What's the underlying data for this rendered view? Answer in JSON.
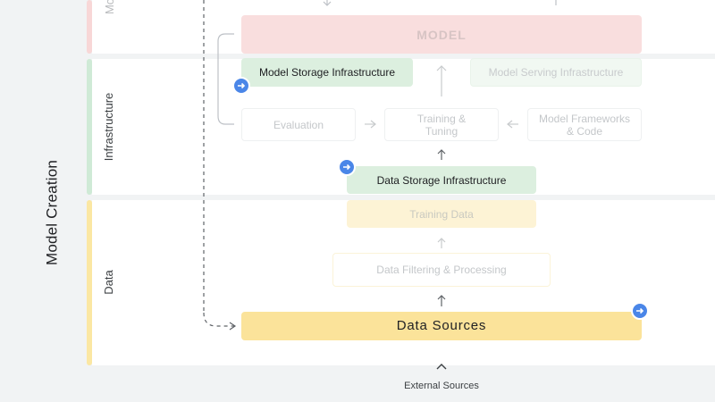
{
  "side_label": "Model Creation",
  "sections": {
    "top_partial": "Mo",
    "infrastructure": "Infrastructure",
    "data": "Data"
  },
  "boxes": {
    "model": "MODEL",
    "model_storage": "Model Storage Infrastructure",
    "model_serving": "Model Serving Infrastructure",
    "evaluation": "Evaluation",
    "training_tuning": "Training & Tuning",
    "model_frameworks": "Model Frameworks & Code",
    "data_storage": "Data Storage Infrastructure",
    "training_data": "Training Data",
    "filtering": "Data Filtering & Processing",
    "data_sources": "Data Sources"
  },
  "external_sources": "External Sources",
  "colors": {
    "model_section": "#f4cccc",
    "infrastructure_section": "#b7e1c0",
    "data_section": "#fce8a6",
    "badge_blue": "#4a86e8",
    "arrow": "#5f6368"
  },
  "icons": [
    "arrow-right-circle-icon",
    "arrow-up-icon",
    "arrow-right-icon",
    "arrow-left-icon",
    "dashed-arrow-icon",
    "chevron-up-icon"
  ]
}
